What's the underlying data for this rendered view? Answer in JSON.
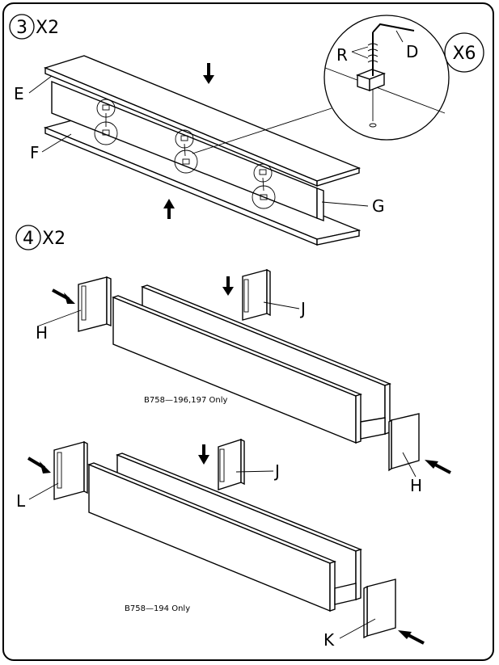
{
  "steps": [
    {
      "number": "3",
      "quantity": "X2"
    },
    {
      "number": "4",
      "quantity": "X2"
    }
  ],
  "detail": {
    "quantity": "X6"
  },
  "labels": {
    "E": "E",
    "F": "F",
    "G": "G",
    "R": "R",
    "D": "D",
    "H1": "H",
    "H2": "H",
    "J1": "J",
    "J2": "J",
    "L": "L",
    "K": "K"
  },
  "notes": {
    "model_a": "B758—196,197  Only",
    "model_b": "B758—194  Only"
  }
}
